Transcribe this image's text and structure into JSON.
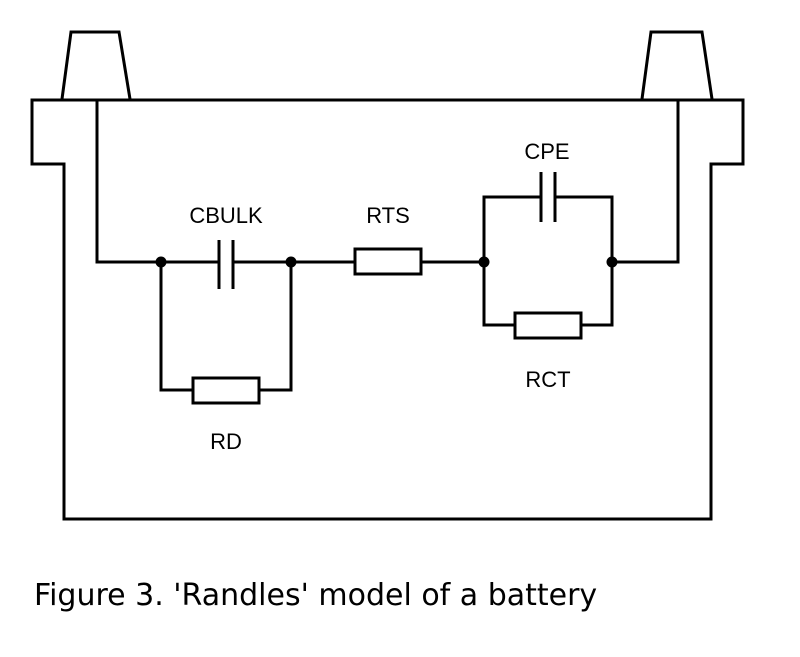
{
  "labels": {
    "cbulk": "CBULK",
    "rts": "RTS",
    "cpe": "CPE",
    "rct": "RCT",
    "rd": "RD"
  },
  "caption": "Figure 3. 'Randles' model of a battery",
  "colors": {
    "stroke": "#000000",
    "background": "#ffffff"
  }
}
